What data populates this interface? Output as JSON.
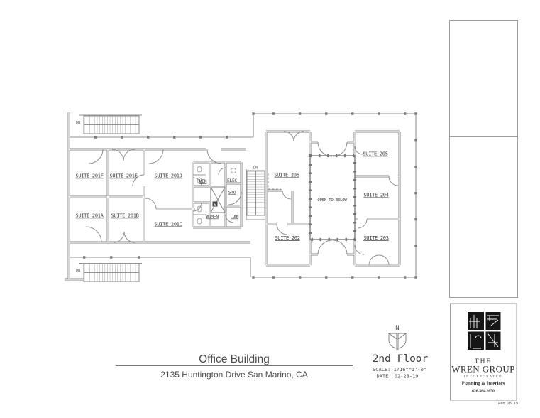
{
  "colors": {
    "wall_gray": "#8a8a8a",
    "ink": "#3a3a3a",
    "logo_black": "#161616"
  },
  "plan": {
    "suite_201f": "SUITE 201F",
    "suite_201e": "SUITE 201E",
    "suite_201d": "SUITE 201D",
    "suite_201a": "SUITE 201A",
    "suite_201b": "SUITE 201B",
    "suite_201c": "SUITE 201C",
    "suite_202": "SUITE 202",
    "suite_203": "SUITE 203",
    "suite_204": "SUITE 204",
    "suite_205": "SUITE 205",
    "suite_206": "SUITE 206",
    "open_to_below": "OPEN TO BELOW",
    "men": "MEN",
    "women": "WOMEN",
    "elec": "ELEC",
    "sto": "STO",
    "jan": "JAN",
    "panel": "E",
    "dn_top": "DN",
    "dn_bottom": "DN",
    "dn_mid": "DN"
  },
  "title_block": {
    "building_name": "Office Building",
    "address": "2135 Huntington Drive San Marino, CA"
  },
  "floor_info": {
    "north_label": "N",
    "floor_name": "2nd Floor",
    "scale": "SCALE: 1/16\"=1'-0\"",
    "date": "DATE: 02-28-19"
  },
  "firm_block": {
    "the": "THE",
    "name": "WREN GROUP",
    "incorporated": "INCORPORATED",
    "tagline": "Planning & Interiors",
    "phone": "626.564.2650",
    "date_note": "Feb. 28, 19"
  }
}
